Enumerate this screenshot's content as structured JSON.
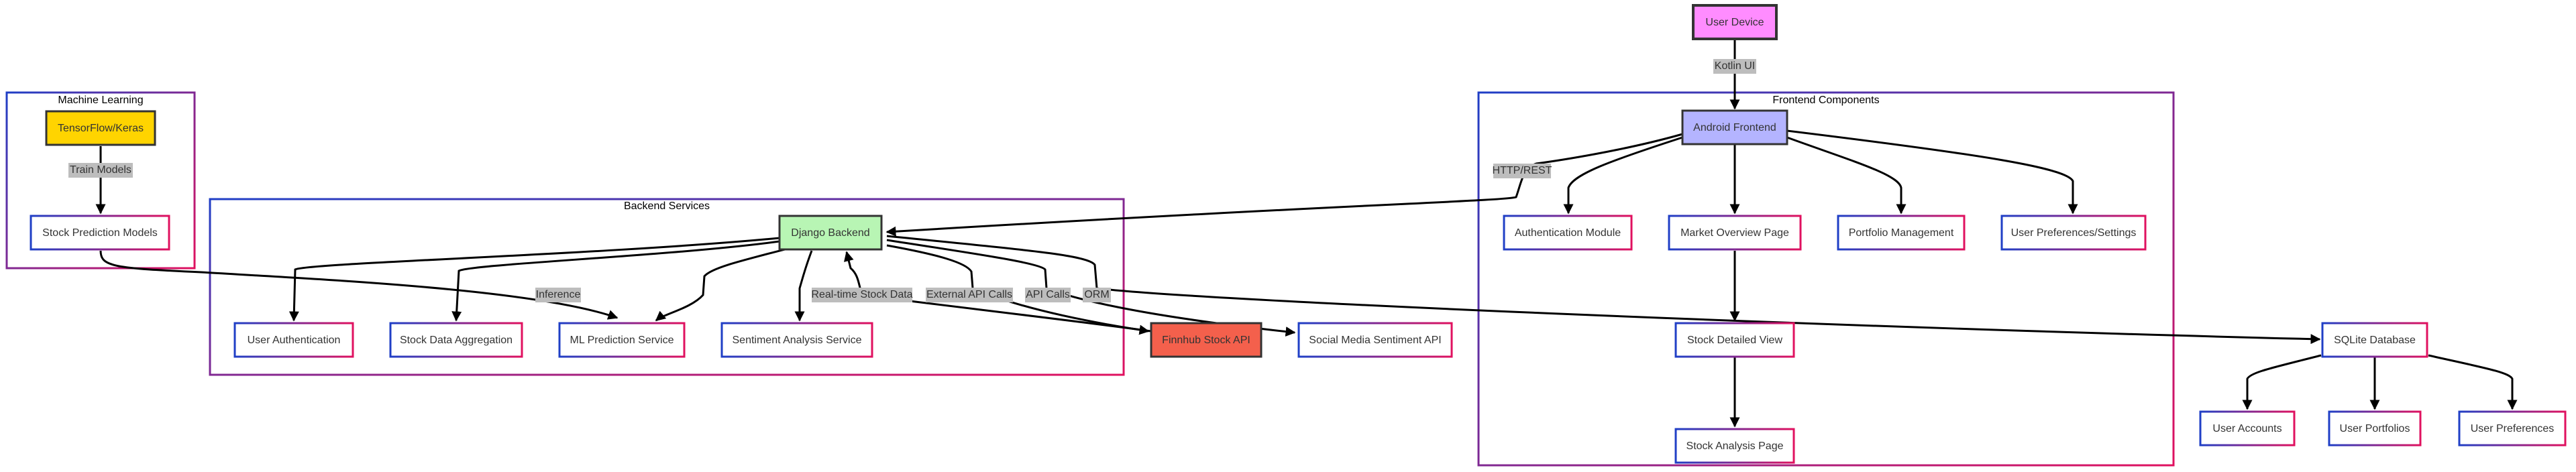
{
  "colors": {
    "cluster_border_a": "#1f3fc6",
    "cluster_border_b": "#e0115f",
    "node_fill": "#ffffff",
    "user_device_fill": "#ff8cff",
    "android_frontend_fill": "#b4b4ff",
    "django_fill": "#b8f5b4",
    "tensorflow_fill": "#ffd400",
    "finnhub_fill": "#f4604c",
    "edge_label_bg": "#bdbdbd",
    "edge": "#000000"
  },
  "clusters": {
    "machine_learning": "Machine Learning",
    "backend_services": "Backend Services",
    "frontend_components": "Frontend Components"
  },
  "nodes": {
    "user_device": "User Device",
    "android_frontend": "Android Frontend",
    "tensorflow": "TensorFlow/Keras",
    "stock_prediction_models": "Stock Prediction Models",
    "django_backend": "Django Backend",
    "user_authentication": "User Authentication",
    "stock_data_aggregation": "Stock Data Aggregation",
    "ml_prediction_service": "ML Prediction Service",
    "sentiment_analysis_service": "Sentiment Analysis Service",
    "finnhub_stock_api": "Finnhub Stock API",
    "social_media_sentiment_api": "Social Media Sentiment API",
    "authentication_module": "Authentication Module",
    "market_overview_page": "Market Overview Page",
    "portfolio_management": "Portfolio Management",
    "user_preferences_settings": "User Preferences/Settings",
    "stock_detailed_view": "Stock Detailed View",
    "stock_analysis_page": "Stock Analysis Page",
    "sqlite_database": "SQLite Database",
    "user_accounts": "User Accounts",
    "user_portfolios": "User Portfolios",
    "user_preferences": "User Preferences"
  },
  "edge_labels": {
    "kotlin_ui": "Kotlin UI",
    "http_rest": "HTTP/REST",
    "train_models": "Train Models",
    "inference": "Inference",
    "real_time_stock_data": "Real-time Stock Data",
    "external_api_calls": "External API Calls",
    "api_calls": "API Calls",
    "orm": "ORM"
  }
}
